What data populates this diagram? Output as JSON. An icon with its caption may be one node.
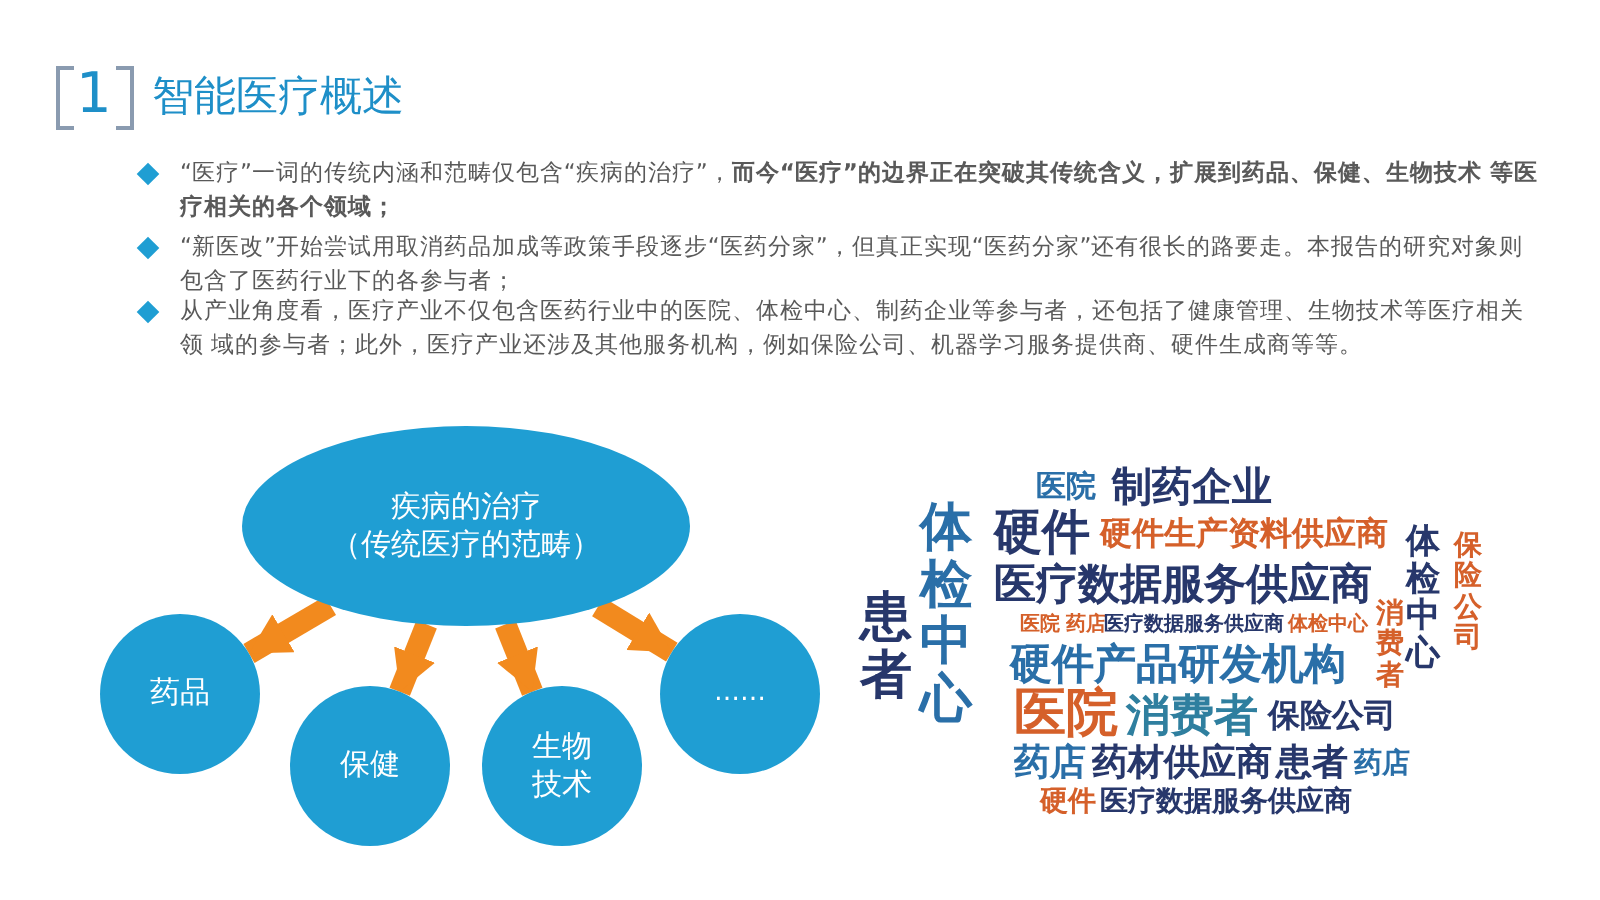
{
  "diagram": {
    "title": "智能医疗概述",
    "nodes": [
      {
        "text": [
          "疾病的治疗",
          "（传统医疗的范畴）"
        ]
      },
      {
        "text": [
          "药品"
        ]
      },
      {
        "text": [
          "保健"
        ]
      },
      {
        "text": [
          "生物技术"
        ]
      },
      {
        "text": [
          "……"
        ]
      }
    ],
    "edges": [
      {
        "from": 0,
        "to": 1,
        "arrow": "to"
      },
      {
        "from": 0,
        "to": 2,
        "arrow": "to"
      },
      {
        "from": 0,
        "to": 3,
        "arrow": "to"
      },
      {
        "from": 0,
        "to": 4,
        "arrow": "to"
      }
    ],
    "labels": [
      "1",
      "“医疗”一词的传统内涵和范畴仅包含“疾病的治疗”，**而今“医疗”的边界正在突破其传统含义，扩展到药品、保健、生物技术 等医疗相关的各个领域；**",
      "“新医改”开始尝试用取消药品加成等政策手段逐步“医药分家”，但真正实现“医药分家”还有很长的路要走。本报告的研究对象则包含了医药行业下的各参与者；",
      "从产业角度看，医疗产业不仅包含医药行业中的医院、体检中心、制药企业等参与者，还包括了健康管理、生物技术等医疗相关领 域的参与者；此外，医疗产业还涉及其他服务机构，例如保险公司、机器学习服务提供商、硬件生成商等等。",
      "医院",
      "制药企业",
      "硬件",
      "硬件生产资料供应商",
      "医疗数据服务供应商",
      "体检中心",
      "患者",
      "医院",
      "药店",
      "医疗数据服务供应商",
      "体检中心",
      "消费者",
      "体检中心",
      "保险公司",
      "硬件产品研发机构",
      "医院",
      "消费者",
      "保险公司",
      "药店",
      "药材供应商",
      "患者",
      "药店",
      "硬件",
      "医疗数据服务供应商"
    ]
  }
}
